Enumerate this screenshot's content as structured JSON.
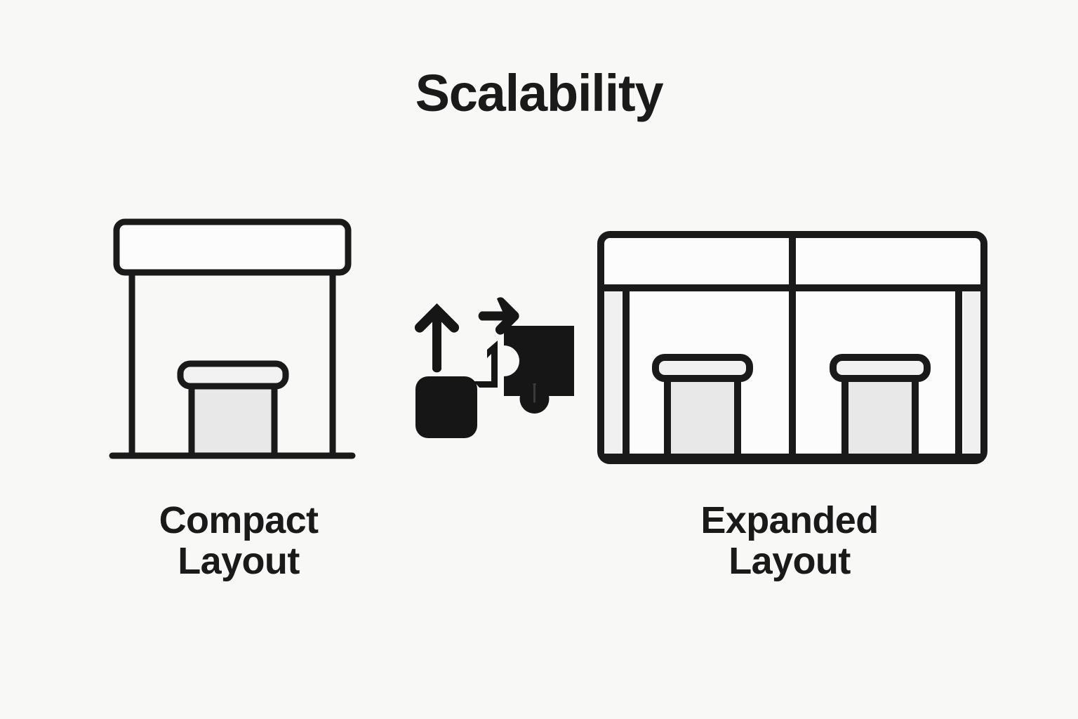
{
  "page": {
    "title": "Scalability",
    "background_color": "#f8f8f7",
    "ink_color": "#1a1a1a",
    "fill_color": "#e8e8e8",
    "panel_fill_color": "#f0f0f0"
  },
  "panels": [
    {
      "id": "compact",
      "label": "Compact\nLayout",
      "icon_name": "storefront-single-unit-icon",
      "units": 1
    },
    {
      "id": "expanded",
      "label": "Expanded\nLayout",
      "icon_name": "storefront-double-unit-icon",
      "units": 2
    }
  ],
  "center_icon": {
    "name": "scale-expand-icon",
    "parts": [
      {
        "name": "arrow-up-icon"
      },
      {
        "name": "arrow-right-icon"
      },
      {
        "name": "rounded-block-icon"
      },
      {
        "name": "connector-arrow-icon"
      },
      {
        "name": "puzzle-piece-icon"
      }
    ]
  }
}
